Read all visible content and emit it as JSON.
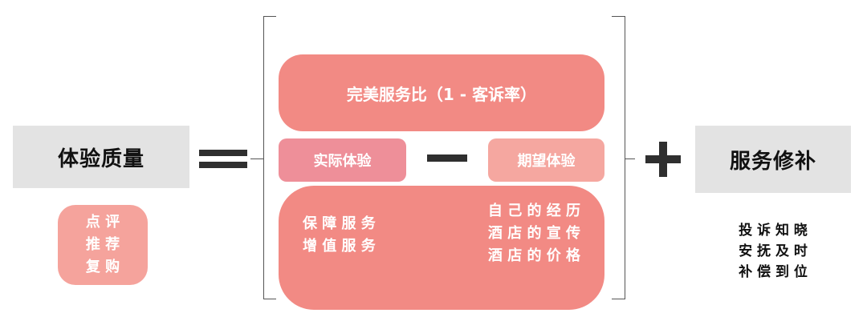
{
  "left": {
    "title": "体验质量",
    "sub_lines": [
      "点 评",
      "推 荐",
      "复 购"
    ]
  },
  "center": {
    "top_label": "完美服务比（1 - 客诉率）",
    "actual_label": "实际体验",
    "expected_label": "期望体验",
    "bottom_left_lines": [
      "保 障 服 务",
      "增 值 服 务"
    ],
    "bottom_right_lines": [
      "自 己 的 经 历",
      "酒 店 的 宣 传",
      "酒 店 的 价 格"
    ]
  },
  "right": {
    "title": "服务修补",
    "sub_lines": [
      "投 诉 知 晓",
      "安 抚 及 时",
      "补 偿 到 位"
    ]
  },
  "colors": {
    "salmon": "#f28a84",
    "actual_pink": "#ee8f99",
    "expected_pink": "#f5a7a0",
    "left_sub_pink": "#f5a39c",
    "gray_box": "#e3e3e3",
    "dark_operator": "#2f2f2f"
  },
  "icons": {
    "equals": "equals-icon",
    "minus": "minus-icon",
    "plus": "plus-icon"
  }
}
